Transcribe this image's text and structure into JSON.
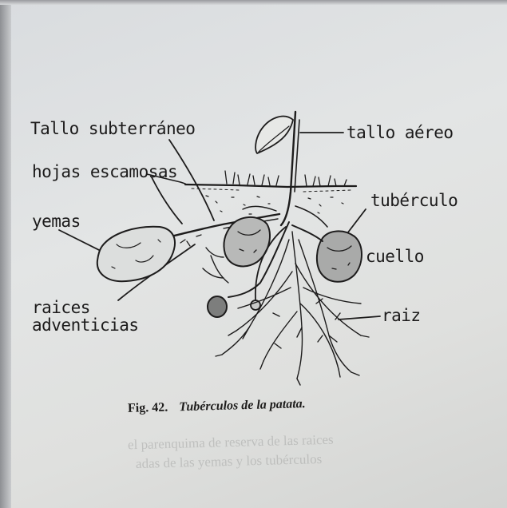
{
  "labels": {
    "tallo_subterraneo": "Tallo subterráneo",
    "hojas_escamosas": "hojas escamosas",
    "yemas": "yemas",
    "raices": "raices",
    "adventicias": "adventicias",
    "tallo_aereo": "tallo aéreo",
    "tuberculo": "tubérculo",
    "cuello": "cuello",
    "raiz": "raiz"
  },
  "caption": {
    "fig": "Fig. 42.",
    "title": "Tubérculos de la patata."
  },
  "bleed_through": [
    "el parenquima de reserva de las raices",
    "adas de las yemas y los tubérculos"
  ],
  "colors": {
    "paper": "#e1e3e2",
    "ink": "#1c1b1b",
    "background": "#7e7f84"
  }
}
